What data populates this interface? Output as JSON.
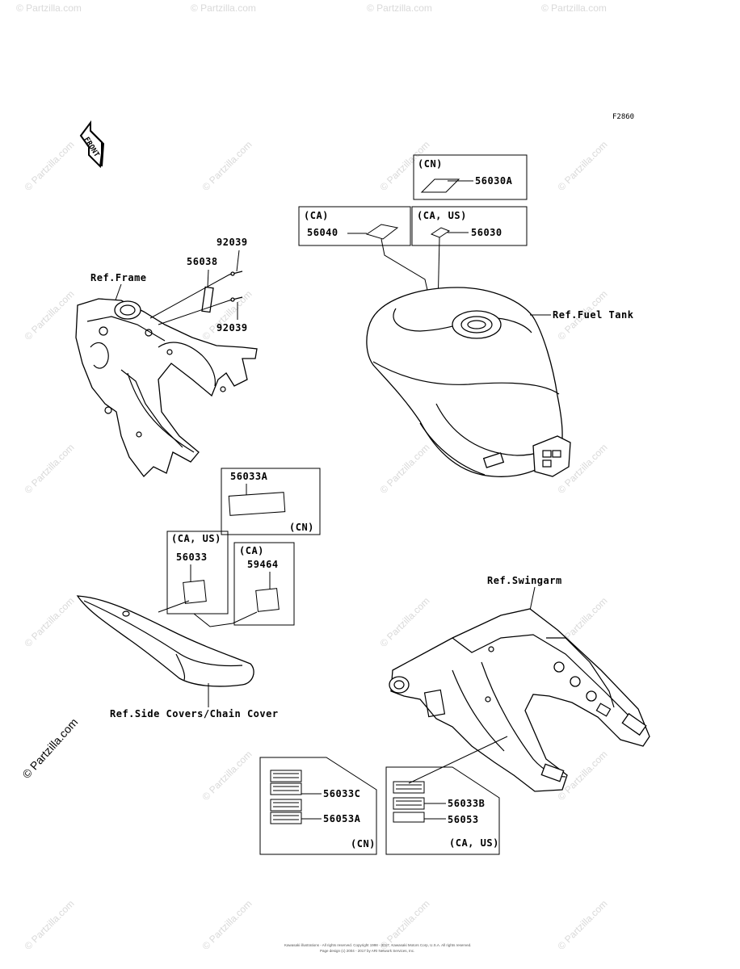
{
  "figure_code": "F2860",
  "front_label": "FRONT",
  "watermark": "© Partzilla.com",
  "footer_lines": [
    "Kawasaki illustrations - All rights reserved. Copyright 1998 - 2017, Kawasaki Motors Corp, U.S.A. All rights reserved.",
    "Page design (c) 2004 - 2017 by ARI Network Services, Inc."
  ],
  "refs": {
    "frame": "Ref.Frame",
    "fuel_tank": "Ref.Fuel Tank",
    "swingarm": "Ref.Swingarm",
    "side_covers": "Ref.Side Covers/Chain Cover"
  },
  "frame_parts": {
    "bolt_top": "92039",
    "bolt_bottom": "92039",
    "plate": "56038"
  },
  "tank_boxes": {
    "cn": {
      "region": "(CN)",
      "part": "56030A"
    },
    "ca": {
      "region": "(CA)",
      "part": "56040"
    },
    "ca_us": {
      "region": "(CA, US)",
      "part": "56030"
    }
  },
  "cover_boxes": {
    "cn": {
      "region": "(CN)",
      "part": "56033A"
    },
    "ca_us": {
      "region": "(CA, US)",
      "part": "56033"
    },
    "ca": {
      "region": "(CA)",
      "part": "59464"
    }
  },
  "swingarm_boxes": {
    "cn": {
      "region": "(CN)",
      "part_top": "56033C",
      "part_bottom": "56053A"
    },
    "ca_us": {
      "region": "(CA, US)",
      "part_top": "56033B",
      "part_bottom": "56053"
    }
  }
}
